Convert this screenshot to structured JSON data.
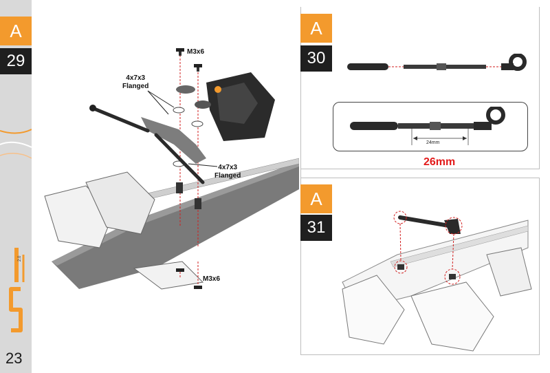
{
  "page": {
    "number": "23"
  },
  "brand": {
    "logo_text": "S-Lite 2.0"
  },
  "steps": [
    {
      "letter": "A",
      "number": "29"
    },
    {
      "letter": "A",
      "number": "30"
    },
    {
      "letter": "A",
      "number": "31"
    }
  ],
  "step29": {
    "label_screw_top": "M3x6",
    "label_bearing_top": "4x7x3\nFlanged",
    "label_bearing_mid": "4x7x3\nFlanged",
    "label_screw_bottom": "M3x6"
  },
  "step30": {
    "dimension_small": "24mm",
    "dimension_main": "26mm"
  },
  "colors": {
    "accent_orange": "#f39a2d",
    "step_number_bg": "#1f1f1f",
    "measure_red": "#e31b1b",
    "sidebar_bg": "#d9d9d9"
  }
}
